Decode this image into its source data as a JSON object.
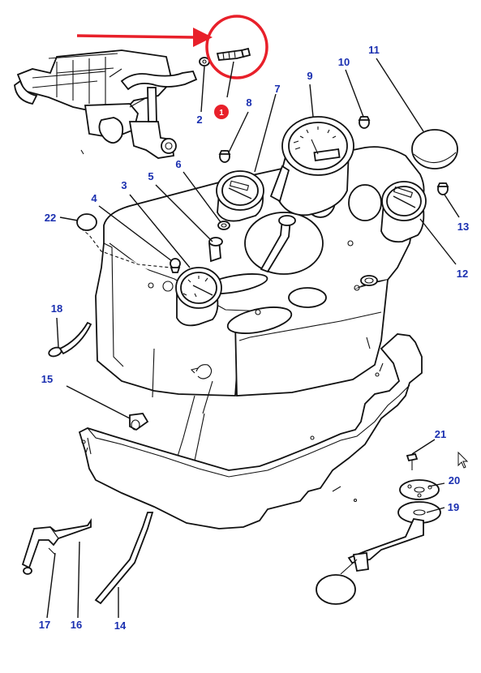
{
  "diagram": {
    "callouts": [
      {
        "id": "c1",
        "text": "1"
      },
      {
        "id": "c2",
        "text": "2"
      },
      {
        "id": "c3",
        "text": "3"
      },
      {
        "id": "c4",
        "text": "4"
      },
      {
        "id": "c5",
        "text": "5"
      },
      {
        "id": "c6",
        "text": "6"
      },
      {
        "id": "c7",
        "text": "7"
      },
      {
        "id": "c8",
        "text": "8"
      },
      {
        "id": "c9",
        "text": "9"
      },
      {
        "id": "c10",
        "text": "10"
      },
      {
        "id": "c11",
        "text": "11"
      },
      {
        "id": "c12",
        "text": "12"
      },
      {
        "id": "c13",
        "text": "13"
      },
      {
        "id": "c14",
        "text": "14"
      },
      {
        "id": "c15",
        "text": "15"
      },
      {
        "id": "c16",
        "text": "16"
      },
      {
        "id": "c17",
        "text": "17"
      },
      {
        "id": "c18",
        "text": "18"
      },
      {
        "id": "c19",
        "text": "19"
      },
      {
        "id": "c20",
        "text": "20"
      },
      {
        "id": "c21",
        "text": "21"
      },
      {
        "id": "c22",
        "text": "22"
      }
    ],
    "highlight_color": "#e8202a",
    "label_color": "#1a2fb0",
    "line_color": "#111111"
  }
}
